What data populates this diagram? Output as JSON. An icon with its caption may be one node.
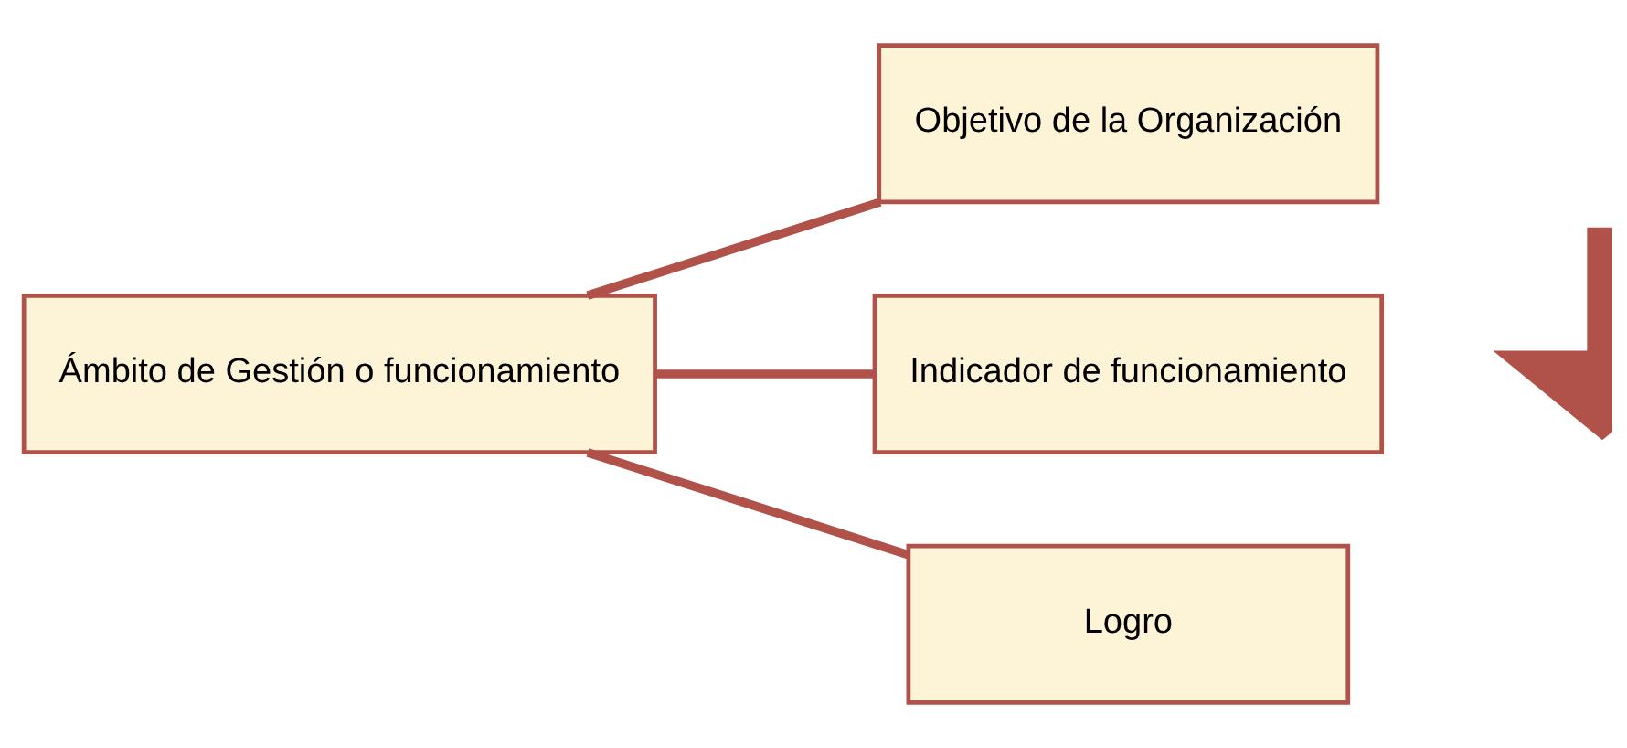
{
  "diagram": {
    "nodes": [
      {
        "text": [
          "Ámbito de Gestión o funcionamiento"
        ]
      },
      {
        "text": [
          "Objetivo de la Organización"
        ]
      },
      {
        "text": [
          "Indicador de funcionamiento"
        ]
      },
      {
        "text": [
          "Logro"
        ]
      }
    ],
    "edges": [
      {
        "from": 0,
        "to": 1,
        "arrow": "none"
      },
      {
        "from": 0,
        "to": 2,
        "arrow": "none"
      },
      {
        "from": 0,
        "to": 3,
        "arrow": "none"
      }
    ]
  }
}
